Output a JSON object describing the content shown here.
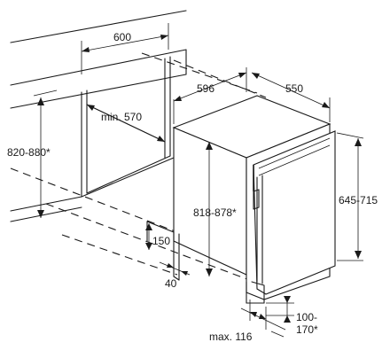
{
  "diagram": {
    "dimensions": {
      "niche_width": "600",
      "niche_height": "820-880*",
      "niche_depth": "min. 570",
      "appliance_depth_top": "596",
      "appliance_width": "550",
      "appliance_height": "818-878*",
      "door_height": "645-715",
      "plinth_height": "150",
      "plinth_offset": "40",
      "foot_adjust_line1": "100-",
      "foot_adjust_line2": "170*",
      "max_offset": "max. 116"
    }
  }
}
